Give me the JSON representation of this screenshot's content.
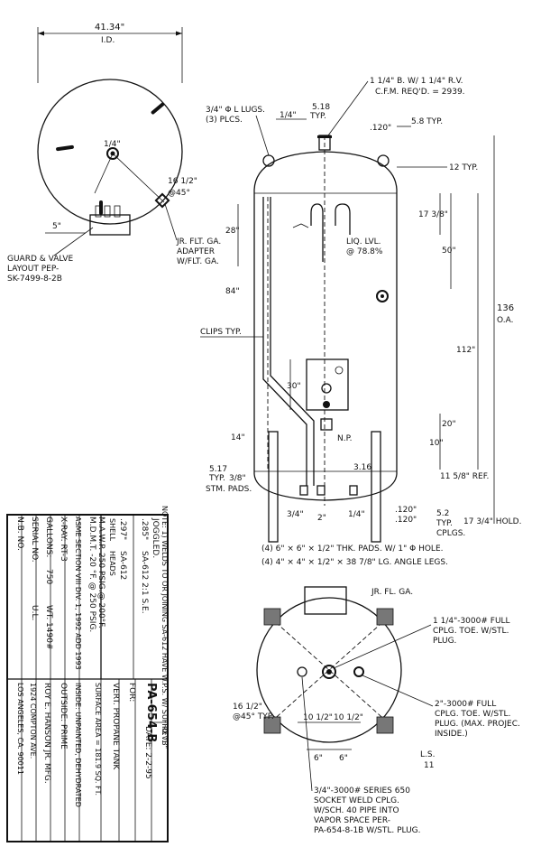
{
  "top_view": {
    "diameter": "41.34\"",
    "diameter_note": "I.D.",
    "center_fitting": "1/4\"",
    "jr_angle": "16 1/2\"",
    "jr_angle2": "@45°",
    "leg_offset": "5\"",
    "guard_layout_1": "GUARD & VALVE",
    "guard_layout_2": "LAYOUT PEP-",
    "guard_layout_3": "SK-7499-8-2B",
    "jr_gauge_1": "JR. FLT. GA.",
    "jr_gauge_2": "ADAPTER",
    "jr_gauge_3": "W/FLT. GA."
  },
  "elevation": {
    "top_fitting_1": "1 1/4\" B. W/ 1 1/4\" R.V.",
    "top_fitting_2": "C.F.M. REQ'D. = 2939.",
    "lugs_1": "3/4\" Φ L LUGS.",
    "lugs_2": "(3) PLCS.",
    "weld_quarter": "1/4\"",
    "weld_518": "5.18",
    "weld_typ": "TYP.",
    "weld_120": ".120\"",
    "weld_58": "5.8 TYP.",
    "weld_12": "12 TYP.",
    "dim_17": "17 3/8\"",
    "dim_28": "28\"",
    "dim_84": "84\"",
    "dim_50": "50\"",
    "dim_136": "136",
    "dim_136_note": "O.A.",
    "dim_112": "112\"",
    "liq_1": "LIQ. LVL.",
    "liq_2": "@ 78.8%",
    "clips": "CLIPS TYP.",
    "dim_30": "30\"",
    "dim_20": "20\"",
    "dim_14": "14\"",
    "np": "N.P.",
    "dim_10": "10\"",
    "weld_517": "5.17",
    "weld_316": "3.16",
    "weld_3_8": "3/8\"",
    "weld_typ2": "TYP.",
    "pads_note": "STM. PADS.",
    "ref_11": "11 5/8\" REF.",
    "fit_34": "3/4\"",
    "fit_2": "2\"",
    "fit_14": "1/4\"",
    "fit_120a": ".120\"",
    "fit_120b": ".120\"",
    "fit_52": "5.2",
    "fit_typ": "TYP.",
    "fit_cplgs": "CPLGS.",
    "hold": "17 3/4\" HOLD.",
    "pads_line": "(4)  6\" × 6\" × 1/2\"  THK. PADS. W/ 1\" Φ HOLE.",
    "legs_line": "(4)  4\" × 4\" × 1/2\" × 38 7/8\" LG. ANGLE LEGS."
  },
  "bottom_view": {
    "jr_flt": "JR. FL. GA.",
    "cplg_1": "1 1/4\"-3000# FULL",
    "cplg_2": "CPLG. TOE. W/STL.",
    "cplg_3": "PLUG.",
    "cplg2_1": "2\"-3000# FULL",
    "cplg2_2": "CPLG. TOE. W/STL.",
    "cplg2_3": "PLUG. (MAX. PROJEC.",
    "cplg2_4": "INSIDE.)",
    "angle_1": "16 1/2\"",
    "angle_2": "@45° TYP.",
    "dim_10a": "10 1/2\"",
    "dim_10b": "10 1/2\"",
    "dim_6a": "6\"",
    "dim_6b": "6\"",
    "ls_1": "L.S.",
    "ls_2": "11",
    "socket_1": "3/4\"-3000# SERIES 650",
    "socket_2": "SOCKET WELD CPLG.",
    "socket_3": "W/SCH. 40 PIPE INTO",
    "socket_4": "VAPOR SPACE PER-",
    "socket_5": "PA-654-8-1B W/STL. PLUG."
  },
  "note": {
    "line_1": "NOTE: 1) WELDS TO OR JOINING SA-612 HAVE W.P.S. W/ SUFFIX \"B\"",
    "shell_label": "SHELL",
    "heads_label": "HEADS",
    "shell_thk": ".297\"",
    "shell_mat": "SA-612",
    "heads_thk": ".285\"",
    "heads_mat": "SA-612  2:1 S.E.",
    "heads_note": "JOGGLED."
  },
  "title_block": {
    "mawp": "M.A.W.P.  250 PSIG.@ 200°F.",
    "mdmt": "M.D.M.T.  -20 °F. @ 250 PSIG.",
    "asme": "ASME SECTION VIII DIV. 1, 1992 ADD 1993",
    "xray": "X-RAY:  RT-3",
    "gallons_label": "GALLONS:",
    "gallons_value": "750",
    "wt": "WT. 1490#",
    "ul": "U.L.",
    "serial": "SERIAL NO.",
    "nb": "N.B. NO.",
    "drawing_no": "PA-654-B",
    "rev": "REV.",
    "date": "DATE: 2-2-95",
    "for_label": "FOR:",
    "for_value": "VERT. PROPANE TANK",
    "surface": "SURFACE AREA = 181.9 SQ. FT.",
    "inside": "INSIDE: UNPAINTED, DEHYDRATED",
    "outside": "OUTSIDE:  PRIME",
    "company": "ROY E. HANSON JR. MFG.",
    "address": "1924 COMPTON AVE.",
    "city": "LOS ANGELES, CA. 90011"
  }
}
